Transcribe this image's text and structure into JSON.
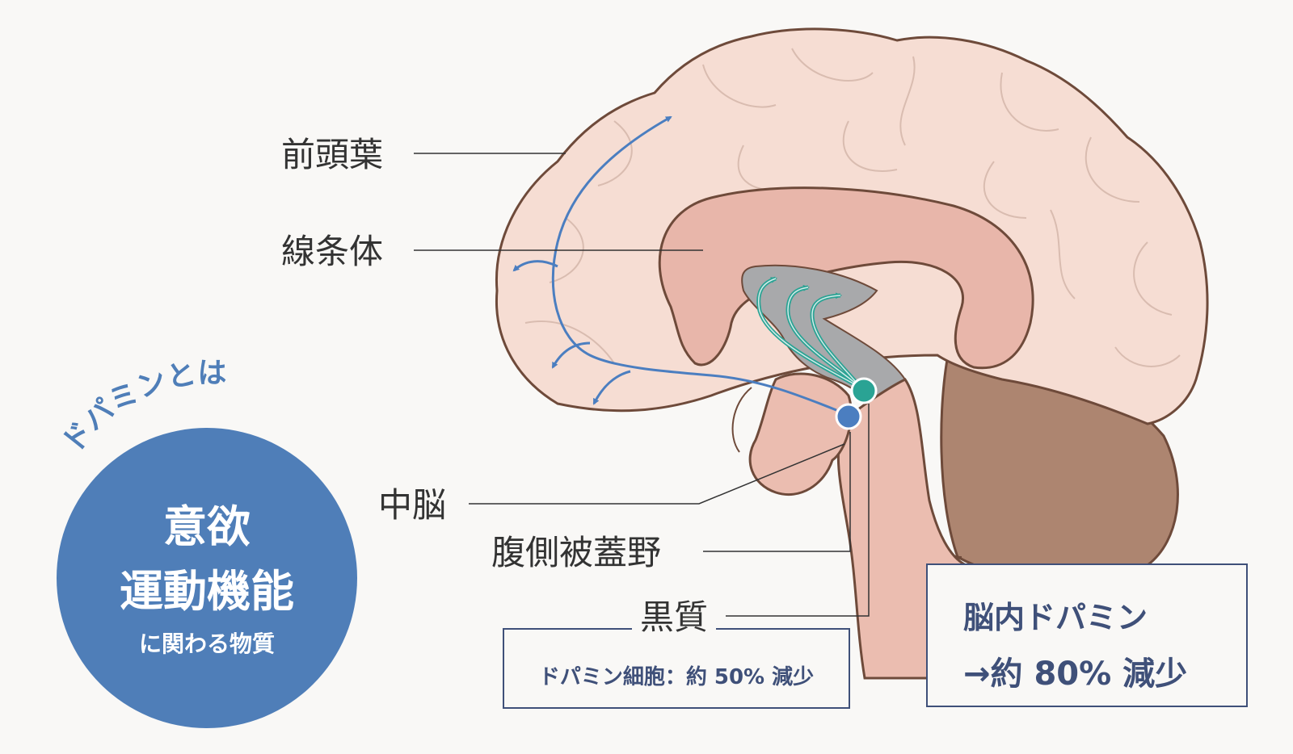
{
  "labels": {
    "frontal_lobe": "前頭葉",
    "striatum": "線条体",
    "midbrain": "中脳",
    "vta": "腹側被蓋野",
    "substantia_nigra": "黒質"
  },
  "callouts": {
    "nigra_cells": "ドパミン細胞：約 50% 減少",
    "brain_dopamine_line1": "脳内ドパミン",
    "brain_dopamine_line2": "→約 80% 減少"
  },
  "circle": {
    "arc_title": "ドパミンとは",
    "line1": "意欲",
    "line2": "運動機能",
    "line3": "に関わる物質"
  },
  "colors": {
    "cortex": "#f6ddd3",
    "striatum": "#e8b6aa",
    "ventricle": "#a8a9ab",
    "brainstem": "#ebbdb0",
    "cerebellum": "#ad8570",
    "mesocortical_path": "#4b7ec0",
    "nigrostriatal_path": "#2aa394",
    "circle": "#4f7eb8",
    "box_border": "#3f5079"
  }
}
